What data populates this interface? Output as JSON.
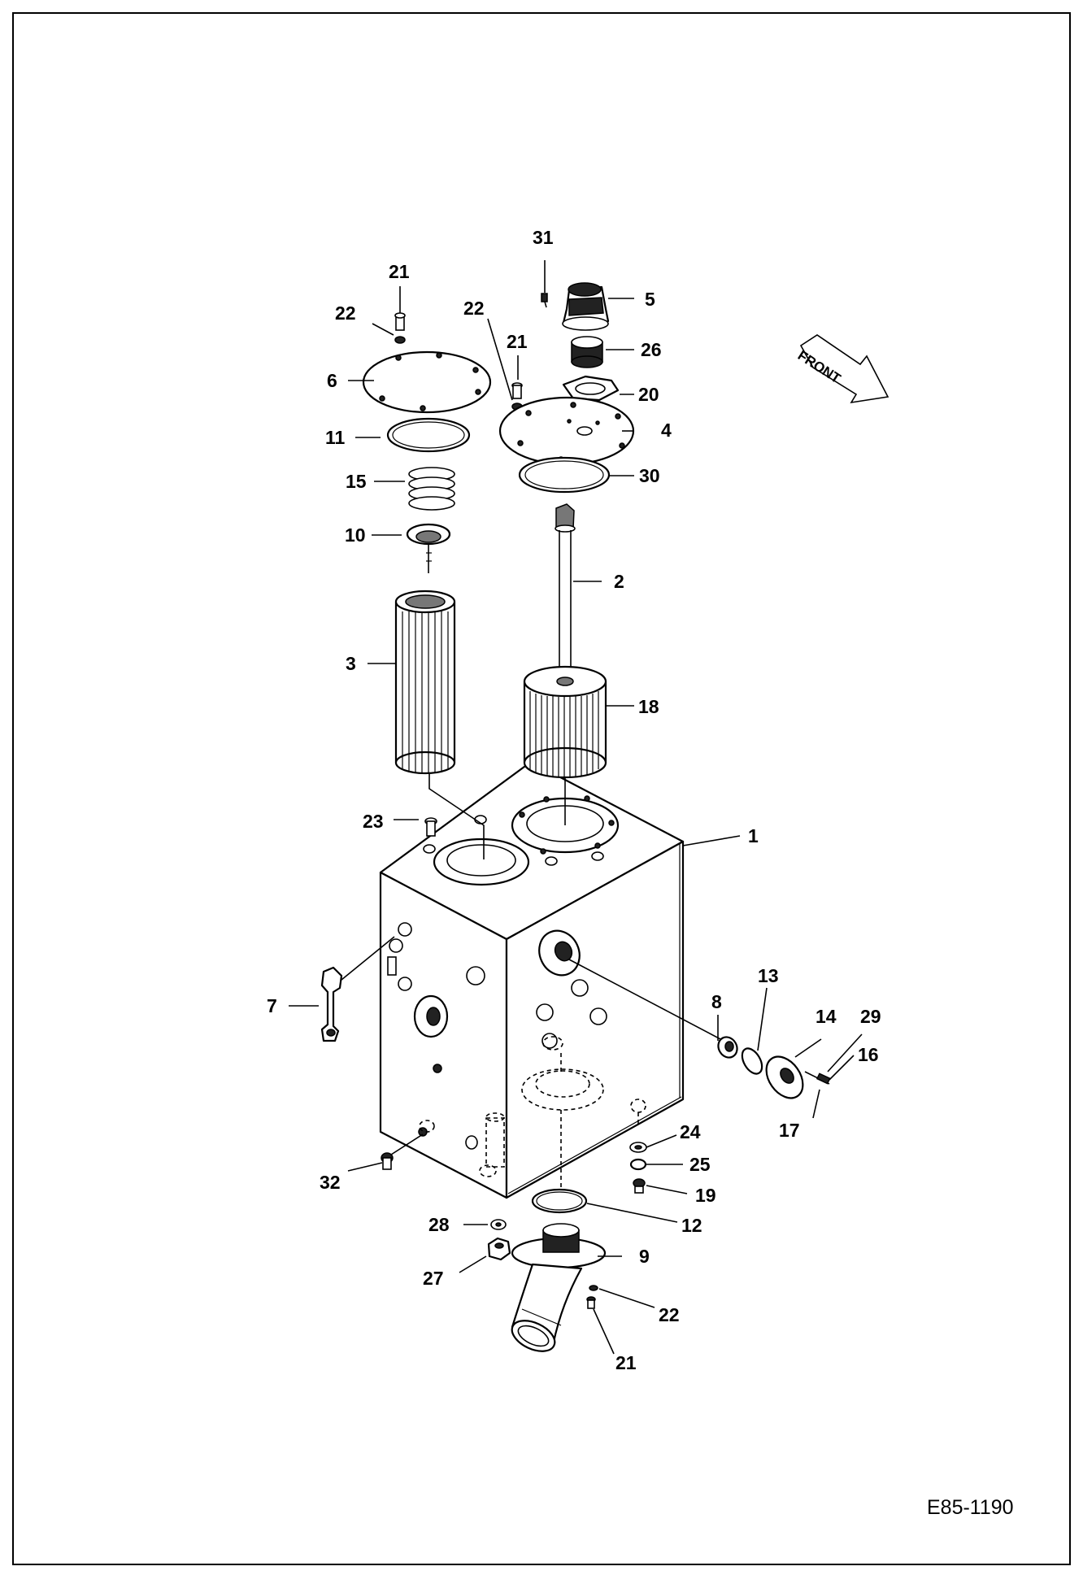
{
  "drawing_code": "E85-1190",
  "front_label": "FRONT",
  "callouts": {
    "c1": "1",
    "c2": "2",
    "c3": "3",
    "c4": "4",
    "c5": "5",
    "c6": "6",
    "c7": "7",
    "c8": "8",
    "c9": "9",
    "c10": "10",
    "c11": "11",
    "c12": "12",
    "c13": "13",
    "c14": "14",
    "c15": "15",
    "c16": "16",
    "c17": "17",
    "c18": "18",
    "c19": "19",
    "c20": "20",
    "c21a": "21",
    "c21b": "21",
    "c21c": "21",
    "c22a": "22",
    "c22b": "22",
    "c22c": "22",
    "c23": "23",
    "c24": "24",
    "c25": "25",
    "c26": "26",
    "c27": "27",
    "c28": "28",
    "c29": "29",
    "c30": "30",
    "c31": "31",
    "c32": "32"
  }
}
